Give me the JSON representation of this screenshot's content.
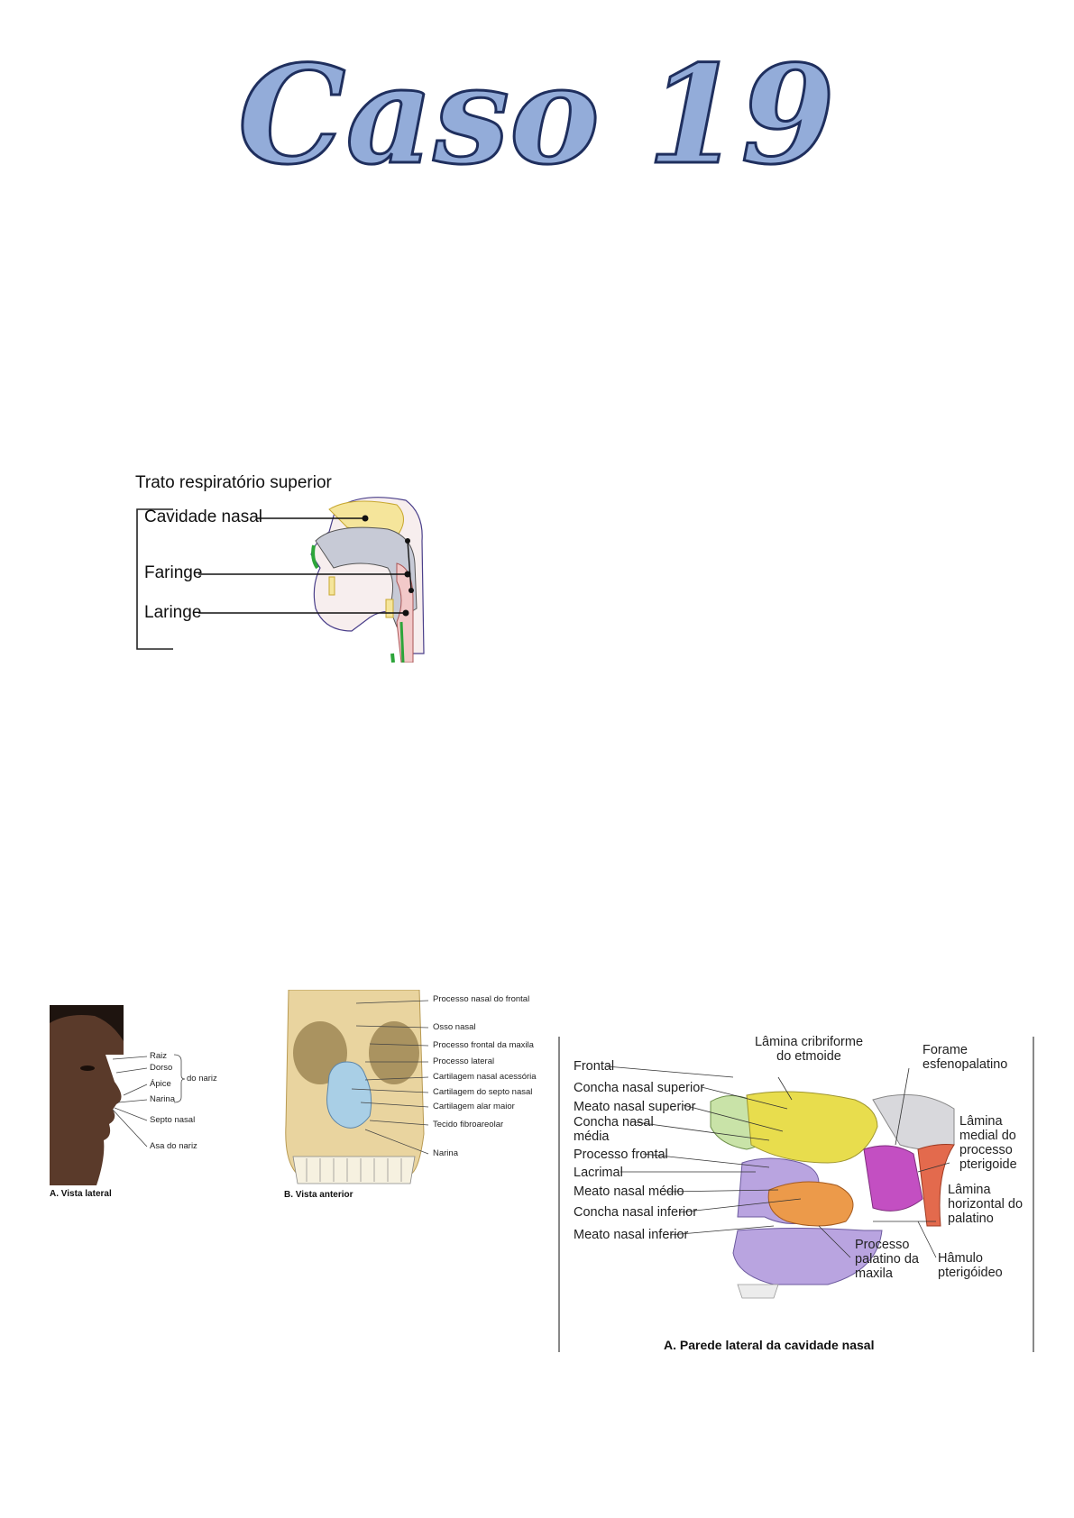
{
  "title": "Caso 19",
  "colors": {
    "title_fill": "#93acd9",
    "title_stroke": "#1f2f5e"
  },
  "figure1": {
    "heading": "Trato respiratório superior",
    "labels": [
      "Cavidade nasal",
      "Faringe",
      "Laringe"
    ]
  },
  "figure_face": {
    "labels": [
      "Raiz",
      "Dorso",
      "Ápice",
      "Narina",
      "Septo nasal",
      "Asa do nariz"
    ],
    "group_label": "do nariz",
    "caption": "A. Vista lateral"
  },
  "figure_skull": {
    "labels": [
      "Processo nasal do frontal",
      "Osso nasal",
      "Processo frontal da maxila",
      "Processo lateral",
      "Cartilagem nasal acessória",
      "Cartilagem do septo nasal",
      "Cartilagem alar maior",
      "Tecido fibroareolar",
      "Narina"
    ],
    "caption": "B. Vista anterior"
  },
  "figure_wall": {
    "left_labels": [
      "Frontal",
      "Concha nasal superior",
      "Meato nasal superior",
      "Concha nasal média",
      "Processo frontal",
      "Lacrimal",
      "Meato nasal médio",
      "Concha nasal inferior",
      "Meato nasal inferior"
    ],
    "top_labels": [
      "Lâmina cribriforme do etmoide",
      "Forame esfenopalatino"
    ],
    "right_labels": [
      "Lâmina medial do processo pterigoide",
      "Lâmina horizontal do palatino",
      "Hâmulo pterigóideo"
    ],
    "bottom_labels": [
      "Processo palatino da maxila"
    ],
    "caption": "A. Parede lateral da cavidade nasal"
  }
}
